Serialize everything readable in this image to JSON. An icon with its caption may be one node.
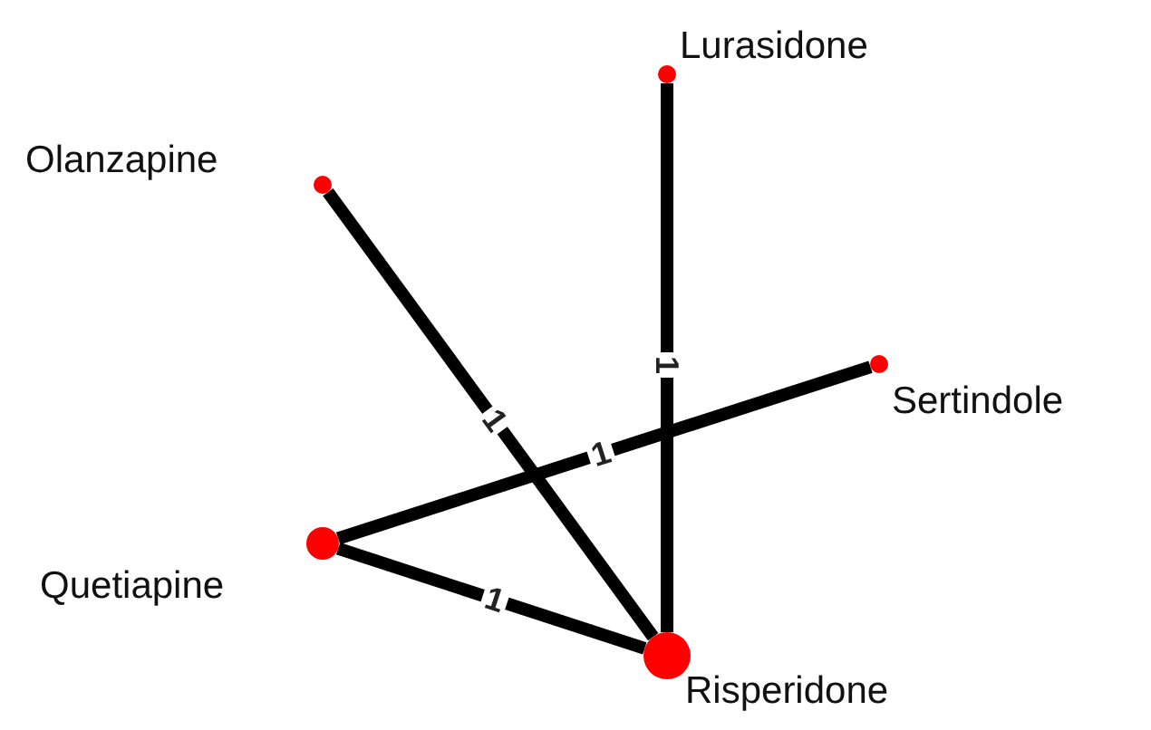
{
  "diagram": {
    "nodes": [
      {
        "text": [],
        "shape": "circle",
        "beside": [
          "Lurasidone"
        ]
      },
      {
        "text": [],
        "shape": "circle",
        "beside": [
          "Olanzapine"
        ]
      },
      {
        "text": [],
        "shape": "circle",
        "beside": [
          "Sertindole"
        ]
      },
      {
        "text": [],
        "shape": "circle",
        "beside": [
          "Quetiapine"
        ]
      },
      {
        "text": [],
        "shape": "circle",
        "beside": [
          "Risperidone"
        ]
      }
    ],
    "edges": [
      {
        "from": 1,
        "to": 4,
        "arrow": "none",
        "label": "1"
      },
      {
        "from": 0,
        "to": 4,
        "arrow": "none",
        "label": "1"
      },
      {
        "from": 3,
        "to": 2,
        "arrow": "none",
        "label": "1"
      },
      {
        "from": 3,
        "to": 4,
        "arrow": "none",
        "label": "1"
      }
    ]
  }
}
